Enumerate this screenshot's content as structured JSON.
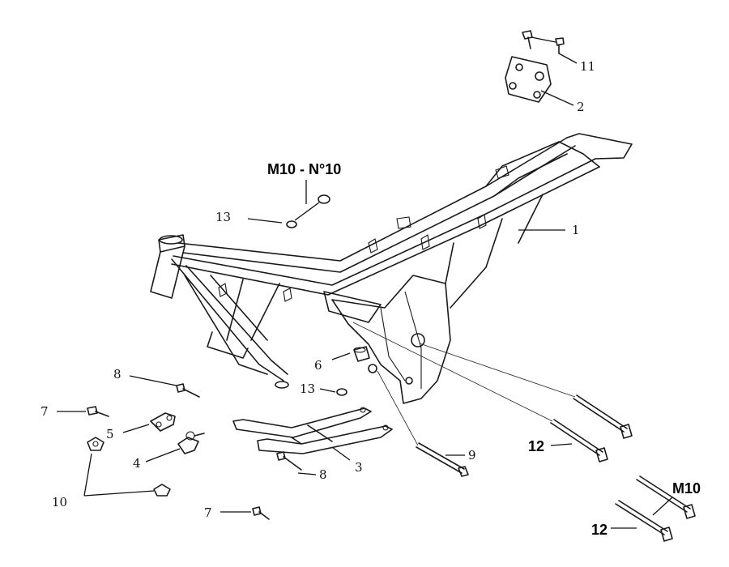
{
  "diagram": {
    "callouts": [
      {
        "id": "1",
        "label": "1"
      },
      {
        "id": "2",
        "label": "2"
      },
      {
        "id": "3",
        "label": "3"
      },
      {
        "id": "4",
        "label": "4"
      },
      {
        "id": "5",
        "label": "5"
      },
      {
        "id": "6",
        "label": "6"
      },
      {
        "id": "7a",
        "label": "7"
      },
      {
        "id": "7b",
        "label": "7"
      },
      {
        "id": "8a",
        "label": "8"
      },
      {
        "id": "8b",
        "label": "8"
      },
      {
        "id": "9",
        "label": "9"
      },
      {
        "id": "10",
        "label": "10"
      },
      {
        "id": "11",
        "label": "11"
      },
      {
        "id": "12a",
        "label": "12"
      },
      {
        "id": "12b",
        "label": "12"
      },
      {
        "id": "13a",
        "label": "13"
      },
      {
        "id": "13b",
        "label": "13"
      }
    ],
    "annotations": {
      "top_nut": "M10 - N°10",
      "bolt_size": "M10"
    }
  }
}
